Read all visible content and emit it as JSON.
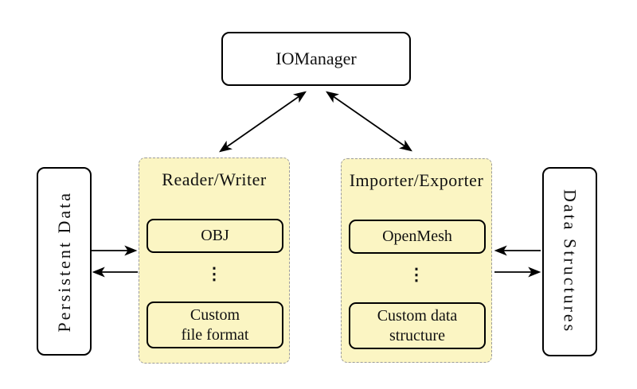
{
  "diagram": {
    "kind": "architecture-diagram",
    "colors": {
      "module_fill": "#fbf5c3",
      "module_border": "#9b9b9b",
      "node_border": "#000000",
      "node_fill": "#ffffff",
      "arrow": "#000000",
      "text": "#111111"
    }
  },
  "nodes": {
    "iomanager": {
      "label": "IOManager"
    },
    "persistent_data": {
      "label": "Persistent Data"
    },
    "data_structures": {
      "label": "Data Structures"
    },
    "reader_writer": {
      "title": "Reader/Writer",
      "item1": "OBJ",
      "dots": "⋮",
      "item2_line1": "Custom",
      "item2_line2": "file format"
    },
    "importer_exporter": {
      "title": "Importer/Exporter",
      "item1": "OpenMesh",
      "dots": "⋮",
      "item2_line1": "Custom data",
      "item2_line2": "structure"
    }
  },
  "connections": [
    {
      "from": "iomanager",
      "to": "reader_writer",
      "style": "bidirectional-diagonal"
    },
    {
      "from": "iomanager",
      "to": "importer_exporter",
      "style": "bidirectional-diagonal"
    },
    {
      "from": "persistent_data",
      "to": "reader_writer",
      "style": "arrow-right"
    },
    {
      "from": "reader_writer",
      "to": "persistent_data",
      "style": "arrow-left"
    },
    {
      "from": "data_structures",
      "to": "importer_exporter",
      "style": "arrow-left"
    },
    {
      "from": "importer_exporter",
      "to": "data_structures",
      "style": "arrow-right"
    }
  ]
}
